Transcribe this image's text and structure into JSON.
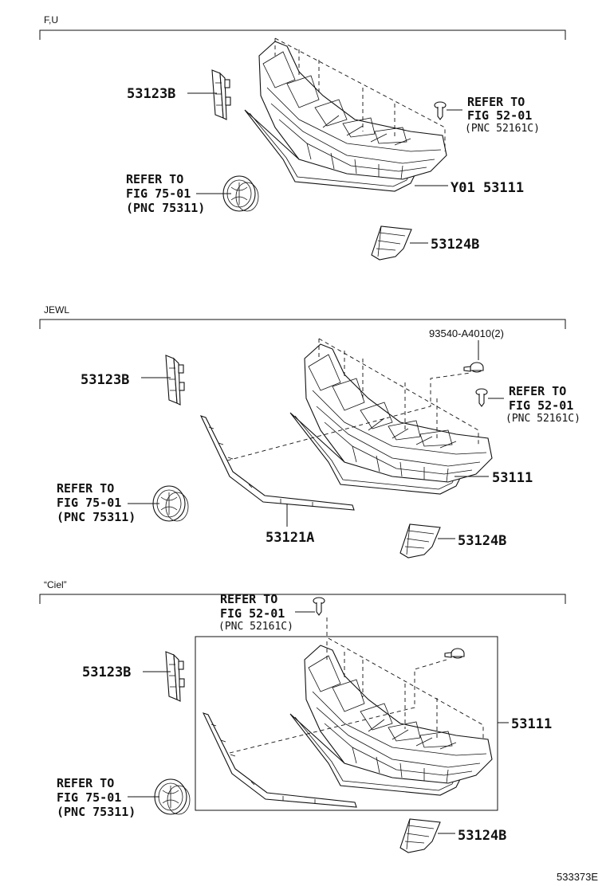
{
  "sections": [
    {
      "name": "F,U",
      "labels": {
        "emblem_holder": "53123B",
        "grille": "Y01 53111",
        "bracket": "53124B",
        "clip_ref_1": "REFER TO",
        "clip_ref_2": "FIG 52-01",
        "clip_ref_3": "(PNC 52161C)",
        "emblem_ref_1": "REFER TO",
        "emblem_ref_2": "FIG 75-01",
        "emblem_ref_3": "(PNC 75311)"
      }
    },
    {
      "name": "JEWL",
      "labels": {
        "screw": "93540-A4010(2)",
        "emblem_holder": "53123B",
        "grille": "53111",
        "molding": "53121A",
        "bracket": "53124B",
        "clip_ref_1": "REFER TO",
        "clip_ref_2": "FIG 52-01",
        "clip_ref_3": "(PNC 52161C)",
        "emblem_ref_1": "REFER TO",
        "emblem_ref_2": "FIG 75-01",
        "emblem_ref_3": "(PNC 75311)"
      }
    },
    {
      "name": "“Ciel”",
      "labels": {
        "emblem_holder": "53123B",
        "grille": "53111",
        "bracket": "53124B",
        "clip_ref_1": "REFER TO",
        "clip_ref_2": "FIG 52-01",
        "clip_ref_3": "(PNC 52161C)",
        "emblem_ref_1": "REFER TO",
        "emblem_ref_2": "FIG 75-01",
        "emblem_ref_3": "(PNC 75311)"
      }
    }
  ],
  "illustration_code": "533373E"
}
